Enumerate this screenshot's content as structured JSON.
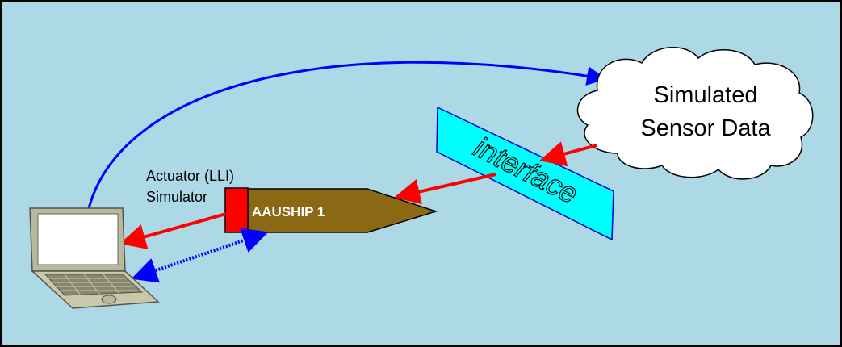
{
  "diagram": {
    "background_color": "#add8e6",
    "border_color": "#000000",
    "cloud": {
      "line1": "Simulated",
      "line2": "Sensor Data",
      "fill": "#ffffff"
    },
    "interface_band": {
      "label": "interface",
      "fill": "#00ffff",
      "stroke": "#0000cc"
    },
    "ship": {
      "label": "AAUSHIP 1",
      "hull_color": "#8b6914",
      "stern_color": "#ff0000"
    },
    "actuator": {
      "line1": "Actuator (LLI)",
      "line2": "Simulator"
    },
    "laptop": {
      "icon": "laptop-icon"
    },
    "arrows": {
      "feed_color": "#0000ff",
      "data_color": "#ff0000",
      "link_style": "dotted-bidirectional"
    }
  }
}
